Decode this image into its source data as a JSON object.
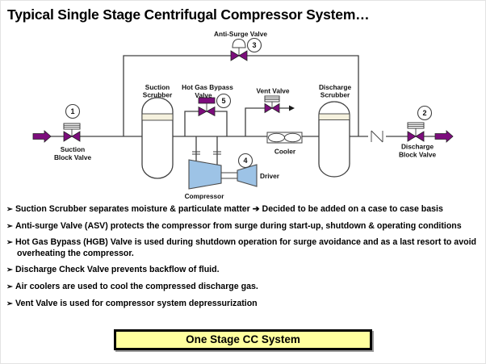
{
  "title": "Typical Single Stage Centrifugal Compressor System…",
  "diagram": {
    "anti_surge_valve_label": "Anti-Surge Valve",
    "suction_scrubber_line1": "Suction",
    "suction_scrubber_line2": "Scrubber",
    "hot_gas_bypass_line1": "Hot Gas Bypass",
    "hot_gas_bypass_line2": "Valve",
    "vent_valve_label": "Vent Valve",
    "discharge_scrubber_line1": "Discharge",
    "discharge_scrubber_line2": "Scrubber",
    "suction_block_line1": "Suction",
    "suction_block_line2": "Block Valve",
    "discharge_block_line1": "Discharge",
    "discharge_block_line2": "Block Valve",
    "cooler_label": "Cooler",
    "compressor_label": "Compressor",
    "driver_label": "Driver",
    "tag_suction_block": "1",
    "tag_discharge_block": "2",
    "tag_anti_surge": "3",
    "tag_driver": "4",
    "tag_hot_gas_bypass": "5",
    "colors": {
      "valve_purple": "#7D0D7D",
      "equipment_blue": "#9DC3E6",
      "pipe_line": "#404040",
      "demister_band": "#F5F1DE"
    }
  },
  "bullets": {
    "marker": "➢",
    "items": [
      {
        "text": "Suction Scrubber separates moisture & particulate matter ➔ Decided to be added on a case to case basis"
      },
      {
        "text": "Anti-surge Valve (ASV) protects the compressor from surge during start-up, shutdown & operating conditions"
      },
      {
        "text": "Hot Gas Bypass (HGB) Valve is used during shutdown operation for surge avoidance and as a last resort to avoid overheating the compressor."
      },
      {
        "text": "Discharge Check Valve prevents backflow of fluid."
      },
      {
        "text": "Air coolers are used to cool the compressed discharge gas."
      },
      {
        "text": "Vent Valve is used for compressor system depressurization"
      }
    ]
  },
  "banner": {
    "label": "One Stage CC System",
    "bg_color": "#FFFF9E"
  }
}
